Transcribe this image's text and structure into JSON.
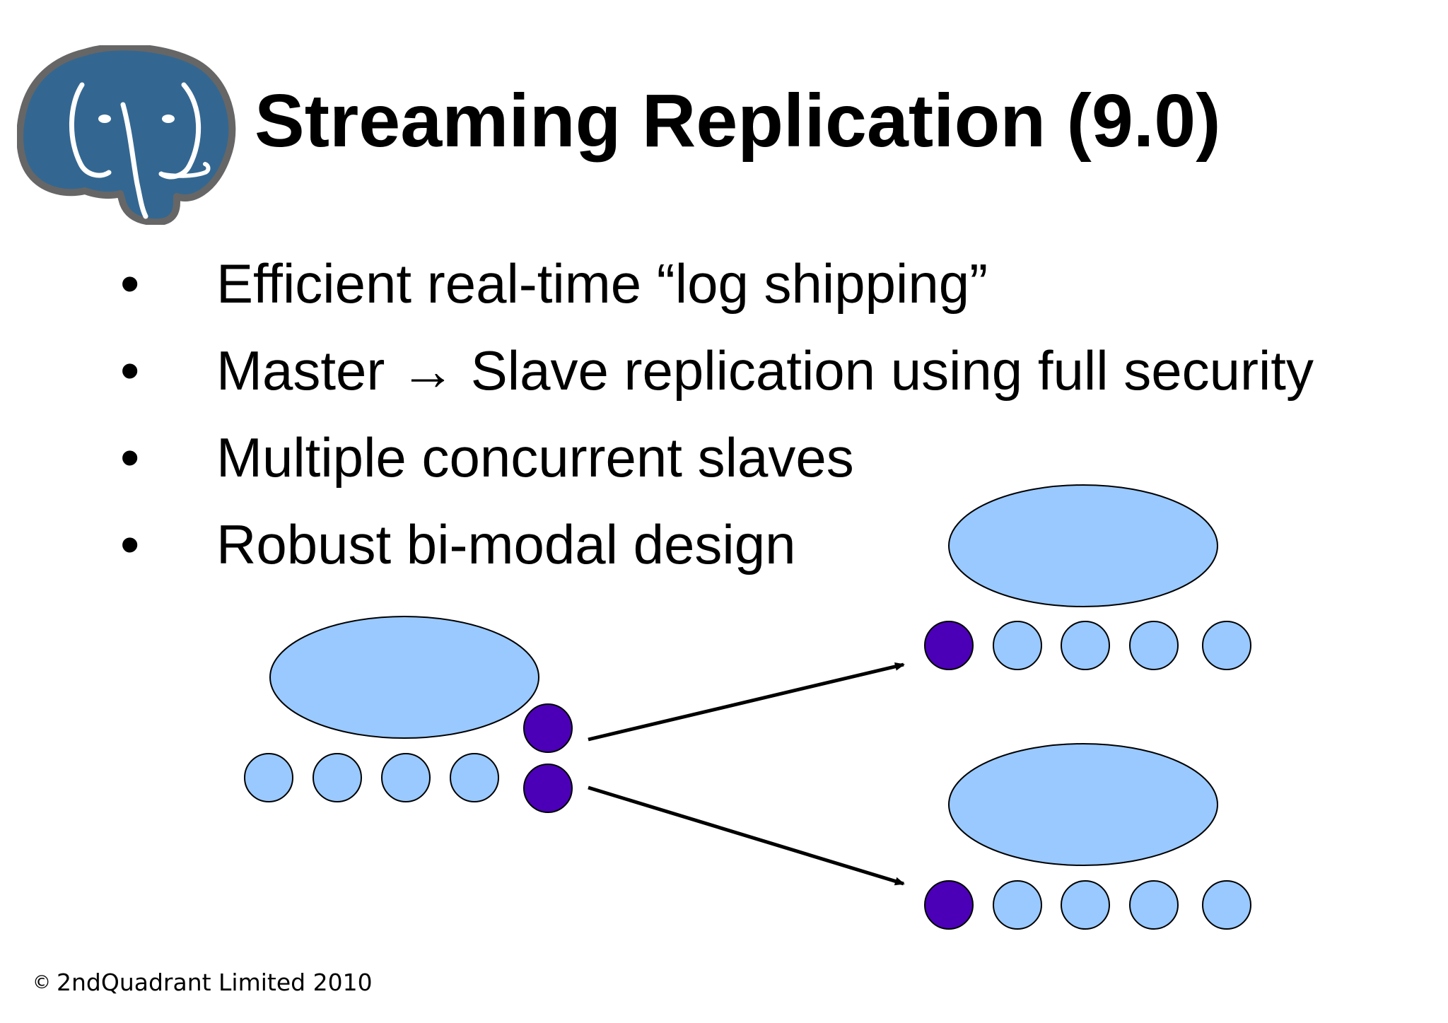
{
  "slide": {
    "title": "Streaming Replication (9.0)",
    "bullet_symbol": "•",
    "bullets": [
      "Efficient real-time “log shipping”",
      "Master → Slave replication using full security",
      "Multiple concurrent slaves",
      "Robust bi-modal design"
    ],
    "footer": {
      "symbol": "©",
      "text": "2ndQuadrant Limited 2010"
    }
  },
  "logo": {
    "icon": "postgresql-elephant-icon",
    "fill_color": "#336791",
    "outline_color": "#666666"
  },
  "diagram": {
    "colors": {
      "light_node": "#99c9ff",
      "dark_node": "#4b00b8",
      "stroke": "#000000",
      "arrow": "#000000"
    },
    "master": {
      "process_circles": 4,
      "sender_circles": 2
    },
    "standbys": [
      {
        "receiver_circles": 1,
        "process_circles": 4
      },
      {
        "receiver_circles": 1,
        "process_circles": 4
      }
    ]
  }
}
